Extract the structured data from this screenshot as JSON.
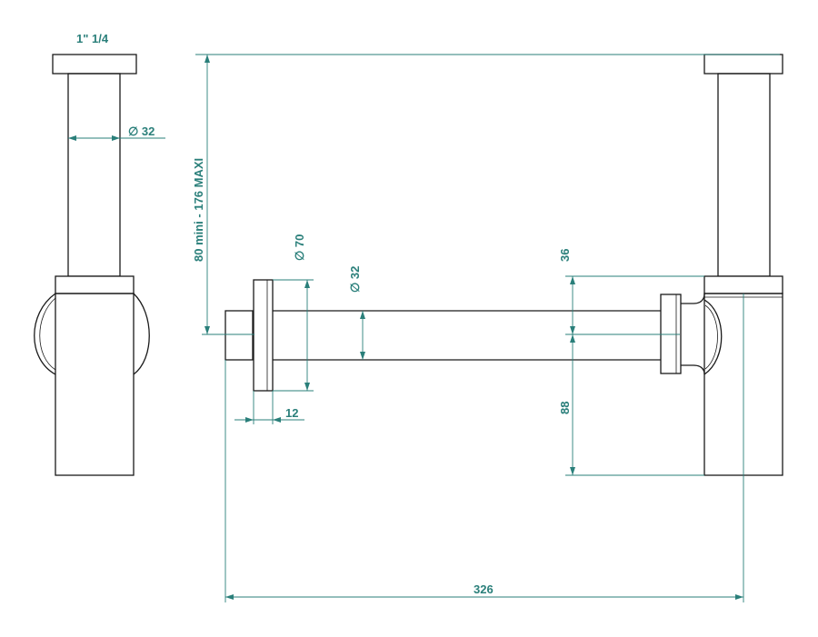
{
  "dimensions": {
    "thread_size": "1\" 1/4",
    "left_tube_diameter": "∅ 32",
    "height_range": "80 mini - 176 MAXI",
    "rosette_diameter": "∅ 70",
    "pipe_diameter": "∅ 32",
    "rosette_depth": "12",
    "top_offset": "36",
    "bottom_offset": "88",
    "total_length": "326"
  },
  "colors": {
    "dimension": "#2a7f7a",
    "outline": "#1a1a1a"
  }
}
